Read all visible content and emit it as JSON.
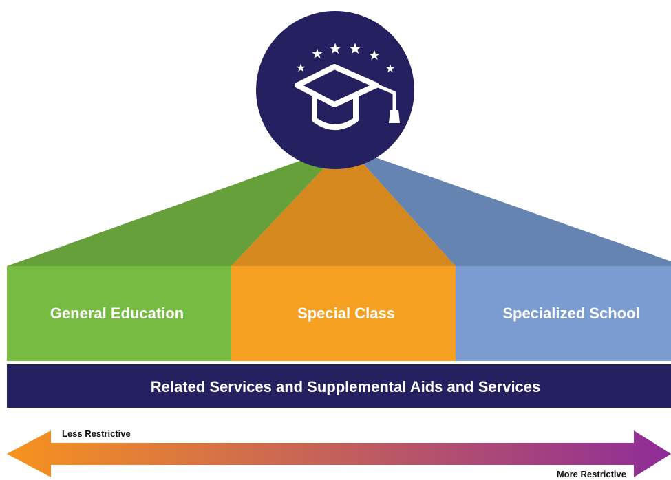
{
  "icon": "graduation-cap-with-stars-icon",
  "placements": [
    {
      "label": "General Education",
      "color": "#77BB43",
      "roof_color": "#66A03A"
    },
    {
      "label": "Special Class",
      "color": "#F6A021",
      "roof_color": "#D4881E"
    },
    {
      "label": "Specialized School",
      "color": "#7A9CD0",
      "roof_color": "#6684B2"
    }
  ],
  "support_band": {
    "label": "Related Services and Supplemental Aids and Services",
    "color": "#252160"
  },
  "restrictiveness_arrow": {
    "left_label": "Less Restrictive",
    "right_label": "More Restrictive",
    "start_color": "#F7931E",
    "end_color": "#8E2C99"
  },
  "colors": {
    "circle": "#252160",
    "icon": "#ffffff"
  }
}
